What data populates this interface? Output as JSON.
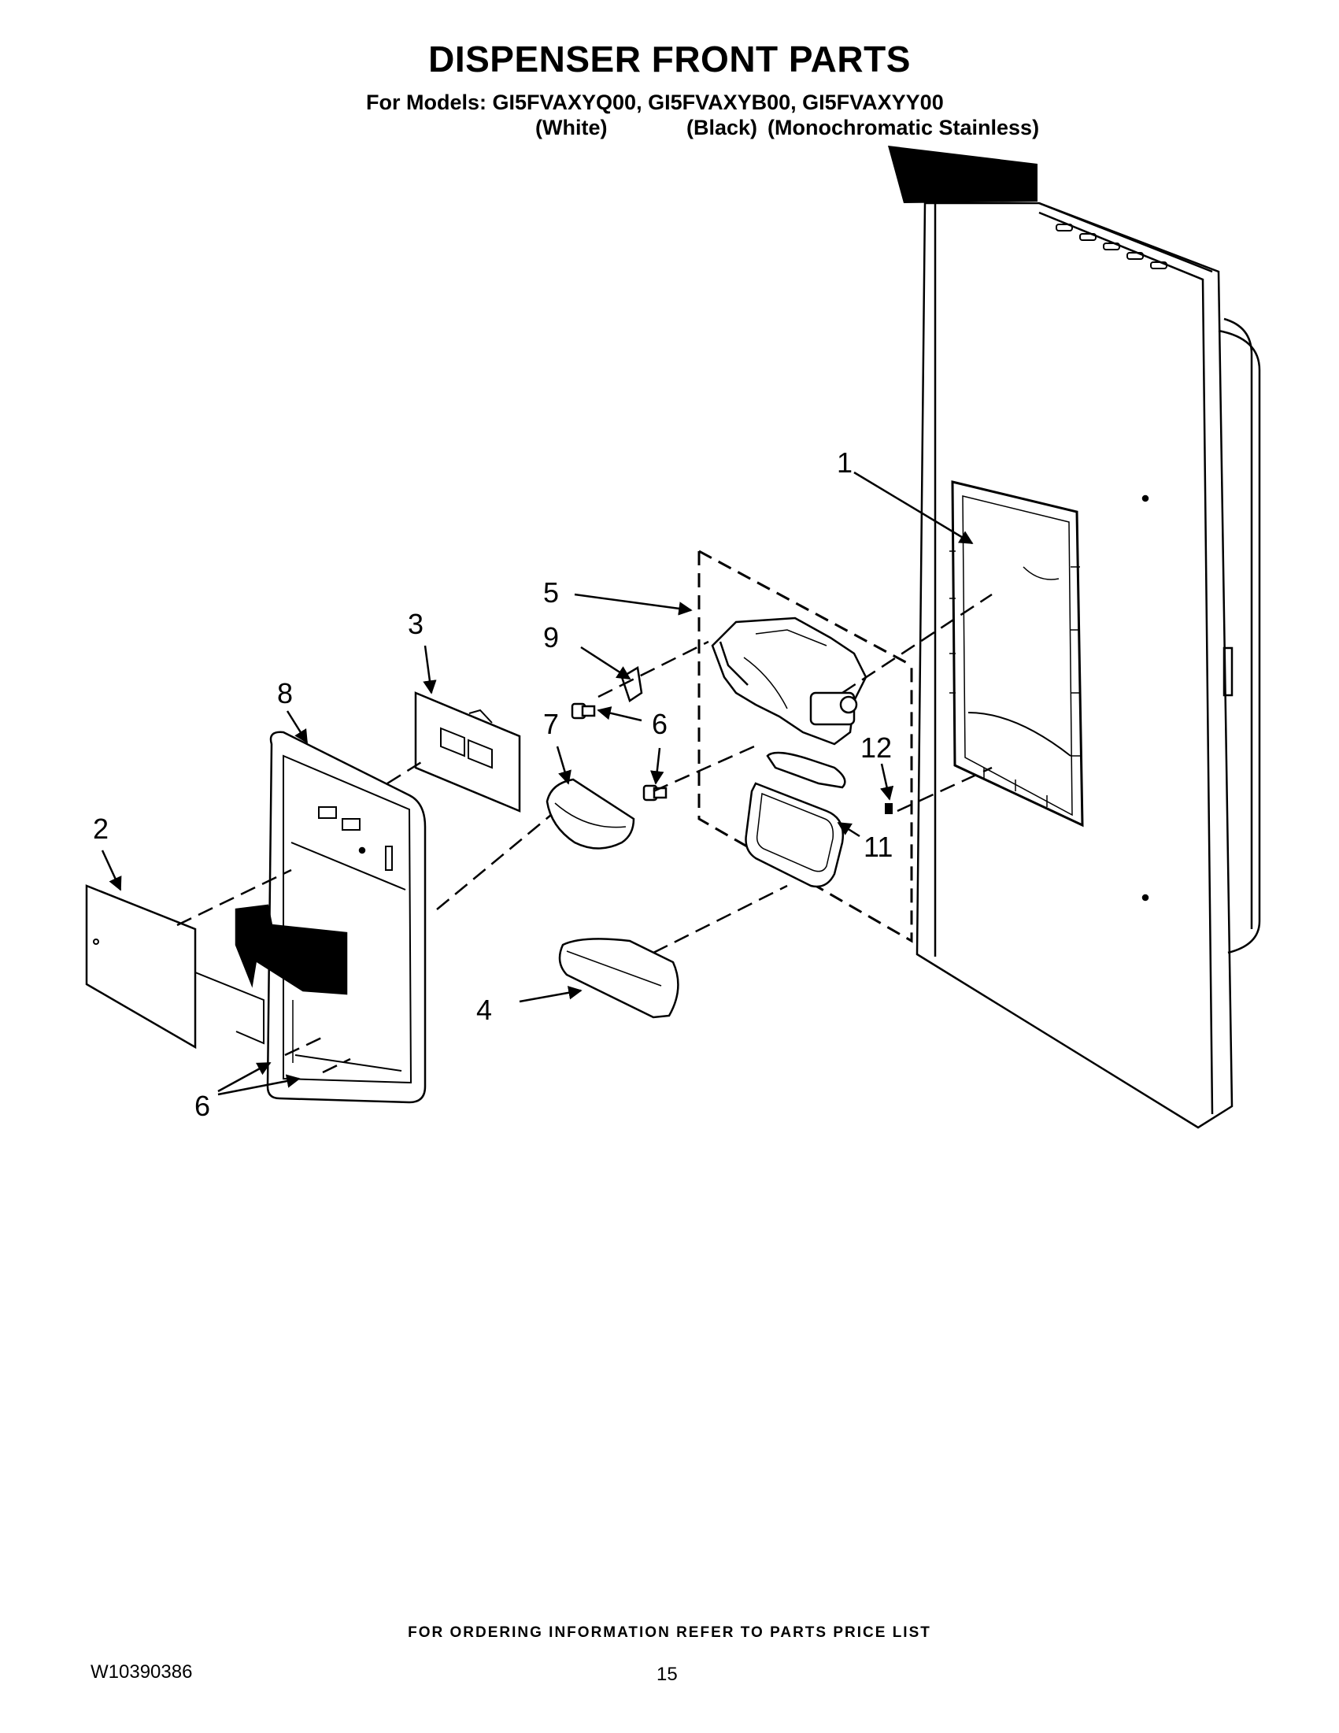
{
  "header": {
    "title": "DISPENSER FRONT PARTS",
    "models_line": "For Models: GI5FVAXYQ00, GI5FVAXYB00, GI5FVAXYY00",
    "color_white": "(White)",
    "color_black": "(Black)",
    "color_stainless": "(Monochromatic Stainless)"
  },
  "callouts": {
    "c1": "1",
    "c2": "2",
    "c3": "3",
    "c4": "4",
    "c5": "5",
    "c6a": "6",
    "c6b": "6",
    "c7": "7",
    "c8": "8",
    "c9": "9",
    "c11": "11",
    "c12": "12"
  },
  "footer": {
    "ordering_note": "FOR ORDERING INFORMATION REFER TO PARTS PRICE LIST",
    "document_number": "W10390386",
    "page_number": "15"
  }
}
